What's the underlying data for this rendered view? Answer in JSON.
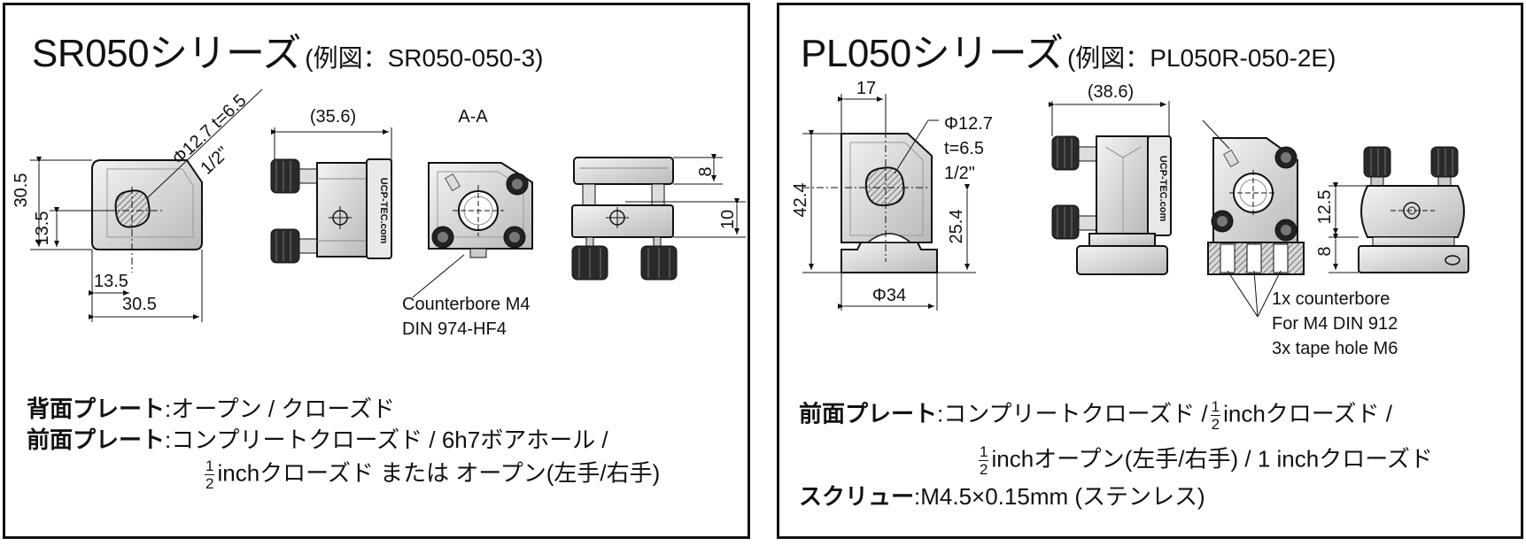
{
  "left": {
    "title": "SR050シリーズ",
    "example": "(例図：SR050-050-3)",
    "dims": {
      "phi_t": "Φ12.7 t=6.5",
      "inch": "1/2\"",
      "height": "30.5",
      "inner_height": "13.5",
      "inner_width": "13.5",
      "width": "30.5",
      "side_width": "(35.6)",
      "section": "A-A",
      "dim_8": "8",
      "dim_10": "10"
    },
    "note": [
      "Counterbore M4",
      "DIN 974-HF4"
    ],
    "logo": "UCP-TEC.com",
    "specs": {
      "back_label": "背面プレート",
      "back_value": ":オープン / クローズド",
      "front_label": "前面プレート",
      "front_value": ":コンプリートクローズド / 6h7ボアホール /",
      "frac_num": "1",
      "frac_den": "2",
      "line3_value": "inchクローズド または オープン(左手/右手)"
    }
  },
  "right": {
    "title": "PL050シリーズ",
    "example": "(例図：PL050R-050-2E)",
    "dims": {
      "top_width": "17",
      "phi": "Φ12.7",
      "thickness": "t=6.5",
      "inch": "1/2\"",
      "height": "42.4",
      "center_height": "25.4",
      "base": "Φ34",
      "side_width": "(38.6)",
      "dim_12_5": "12.5",
      "dim_8": "8"
    },
    "note": [
      "1x counterbore",
      "For M4 DIN 912",
      "3x tape hole M6"
    ],
    "logo": "UCP-TEC.com",
    "specs": {
      "front_label": "前面プレート",
      "front_value": ":コンプリートクローズド /",
      "line1_tail": "inchクローズド /",
      "frac_num": "1",
      "frac_den": "2",
      "line2_value": "inchオープン(左手/右手) / 1 inchクローズド",
      "screw_label": "スクリュー",
      "screw_value": ":M4.5×0.15mm (ステンレス)"
    }
  }
}
